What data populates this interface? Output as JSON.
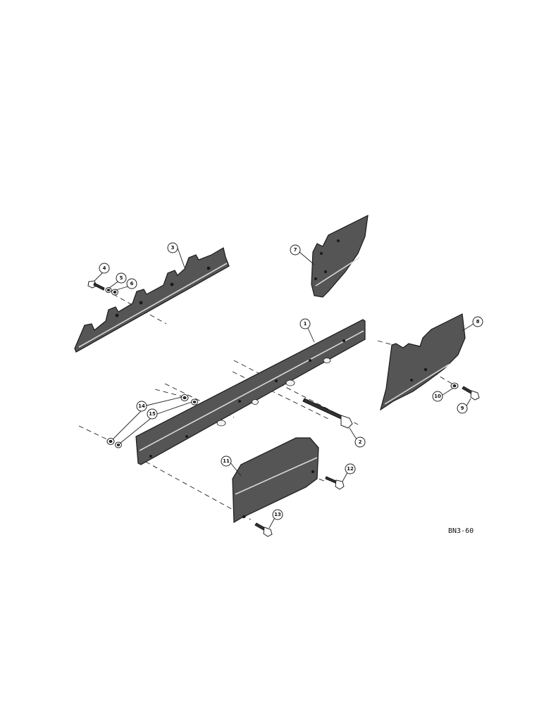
{
  "figure_code": "BN3-60",
  "callouts": {
    "c1": "1",
    "c2": "2",
    "c3": "3",
    "c4": "4",
    "c5": "5",
    "c6": "6",
    "c7": "7",
    "c8": "8",
    "c9": "9",
    "c10": "10",
    "c11": "11",
    "c12": "12",
    "c13": "13",
    "c14": "14",
    "c15": "15"
  }
}
